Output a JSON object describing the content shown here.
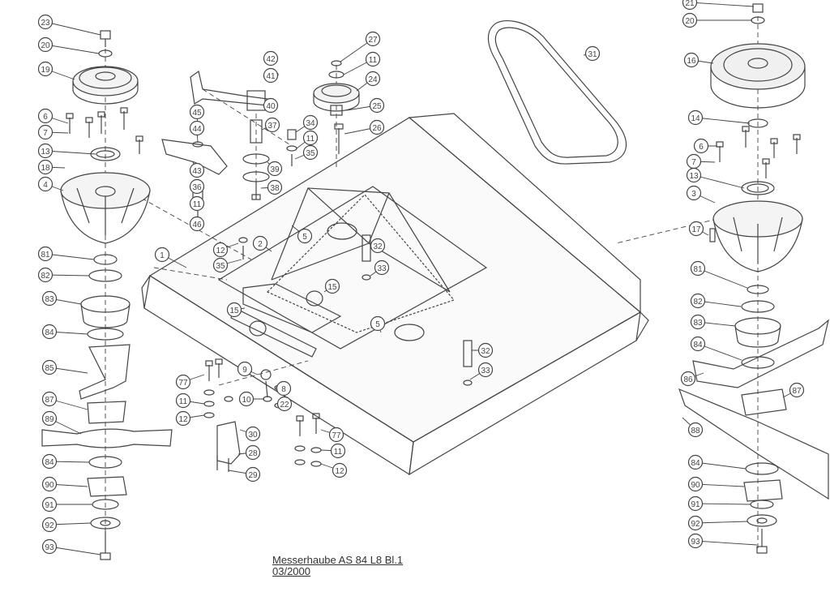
{
  "caption": {
    "line1": "Messerhaube AS 84 L8 Bl.1",
    "line2": "03/2000"
  },
  "colors": {
    "ink": "#444444",
    "paper": "#ffffff"
  },
  "callouts": [
    "23",
    "20",
    "19",
    "6",
    "7",
    "13",
    "18",
    "4",
    "81",
    "82",
    "83",
    "84",
    "85",
    "87",
    "89",
    "84",
    "90",
    "91",
    "92",
    "93",
    "42",
    "41",
    "40",
    "37",
    "45",
    "44",
    "43",
    "36",
    "11",
    "46",
    "12",
    "35",
    "2",
    "1",
    "27",
    "11",
    "24",
    "25",
    "26",
    "34",
    "11",
    "35",
    "39",
    "38",
    "5",
    "32",
    "33",
    "15",
    "15",
    "5",
    "32",
    "33",
    "31",
    "21",
    "20",
    "16",
    "14",
    "6",
    "7",
    "13",
    "3",
    "17",
    "81",
    "82",
    "83",
    "84",
    "86",
    "87",
    "88",
    "84",
    "90",
    "91",
    "92",
    "93",
    "9",
    "8",
    "10",
    "22",
    "77",
    "11",
    "12",
    "30",
    "28",
    "29",
    "77",
    "11",
    "12"
  ]
}
